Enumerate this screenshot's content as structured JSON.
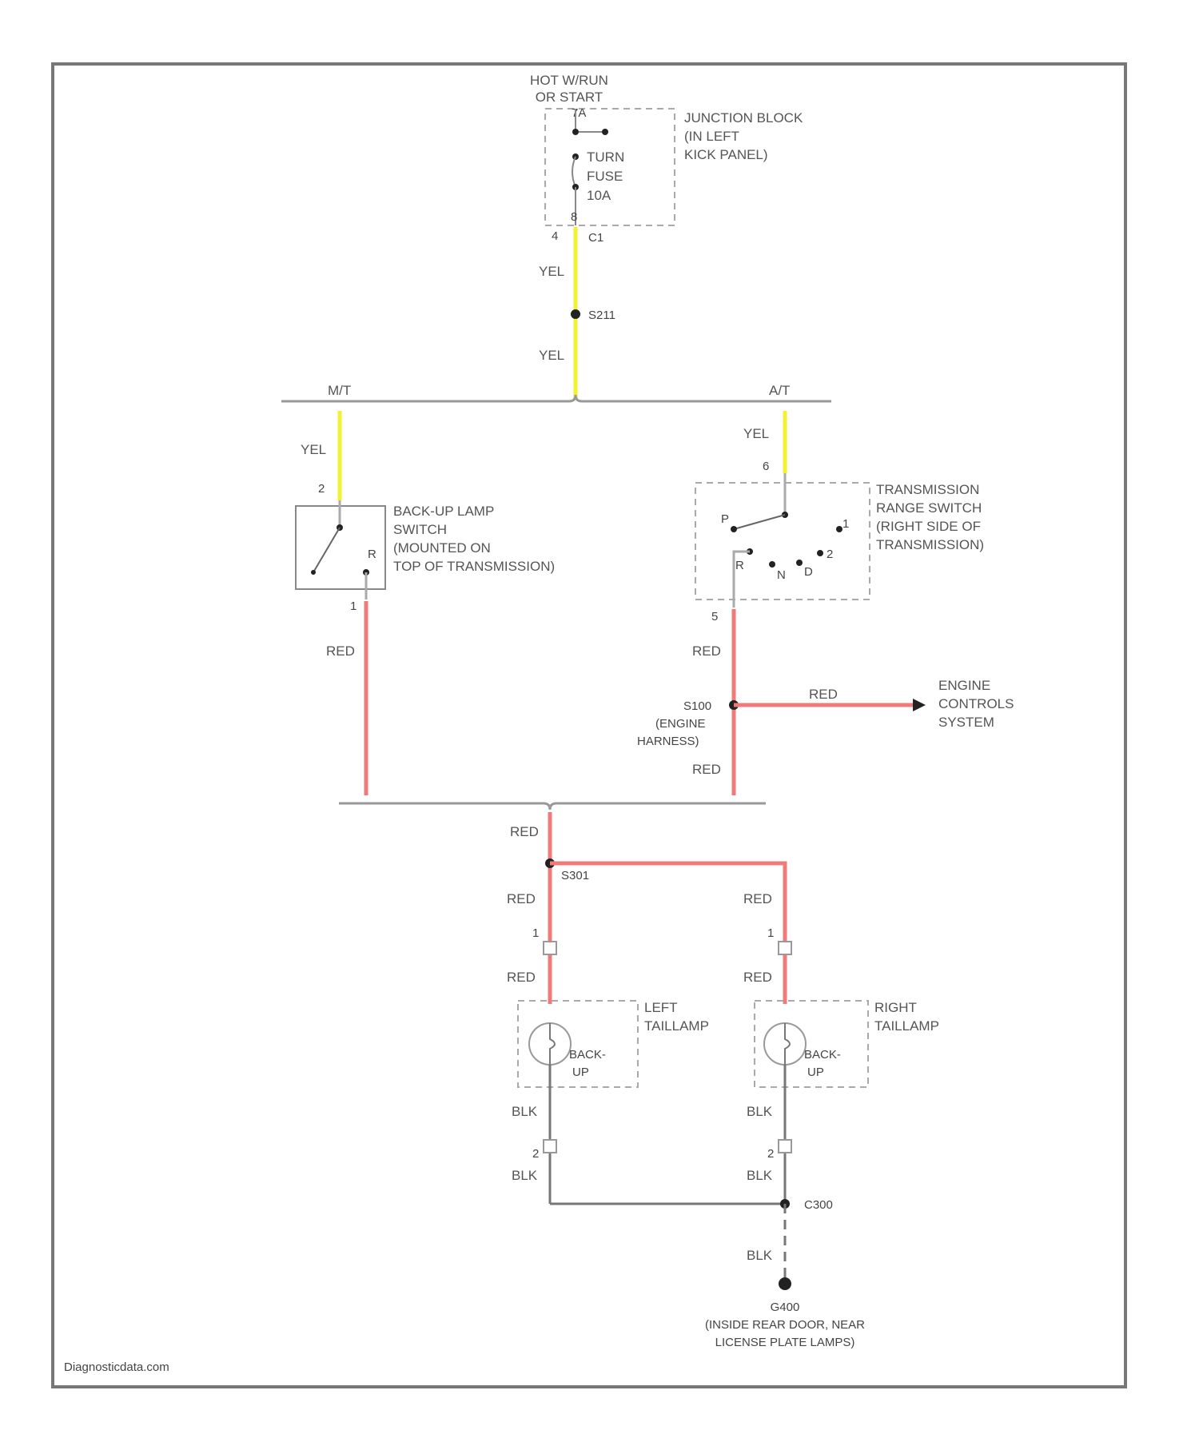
{
  "fuse_source": {
    "line1": "HOT W/RUN",
    "line2": "OR START"
  },
  "junction_block": {
    "line1": "JUNCTION BLOCK",
    "line2": "(IN LEFT",
    "line3": "KICK PANEL)",
    "pin_top": "7A",
    "pin_bottom": "8",
    "connector": "C1",
    "pin_left": "4"
  },
  "fuse": {
    "line1": "TURN",
    "line2": "FUSE",
    "line3": "10A"
  },
  "wires": {
    "yel": "YEL",
    "red": "RED",
    "blk": "BLK"
  },
  "splices": {
    "s211": "S211",
    "s100": "S100",
    "s100_sub1": "(ENGINE",
    "s100_sub2": "HARNESS)",
    "s301": "S301",
    "c300": "C300"
  },
  "branches": {
    "mt": "M/T",
    "at": "A/T"
  },
  "backup_switch": {
    "line1": "BACK-UP LAMP",
    "line2": "SWITCH",
    "line3": "(MOUNTED ON",
    "line4": "TOP OF TRANSMISSION)",
    "pin_in": "2",
    "pin_out": "1",
    "pos_r": "R"
  },
  "range_switch": {
    "line1": "TRANSMISSION",
    "line2": "RANGE SWITCH",
    "line3": "(RIGHT SIDE OF",
    "line4": "TRANSMISSION)",
    "pin_in": "6",
    "pin_out": "5",
    "pos_p": "P",
    "pos_r": "R",
    "pos_n": "N",
    "pos_d": "D",
    "pos_2": "2",
    "pos_1": "1"
  },
  "engine_controls": {
    "line1": "ENGINE",
    "line2": "CONTROLS",
    "line3": "SYSTEM"
  },
  "left_taillamp": {
    "line1": "LEFT",
    "line2": "TAILLAMP",
    "bulb1": "BACK-",
    "bulb2": "UP",
    "pin_top": "1",
    "pin_bottom": "2"
  },
  "right_taillamp": {
    "line1": "RIGHT",
    "line2": "TAILLAMP",
    "bulb1": "BACK-",
    "bulb2": "UP",
    "pin_top": "1",
    "pin_bottom": "2"
  },
  "ground": {
    "id": "G400",
    "line1": "(INSIDE REAR DOOR, NEAR",
    "line2": "LICENSE PLATE LAMPS)"
  },
  "watermark": "Diagnosticdata.com"
}
